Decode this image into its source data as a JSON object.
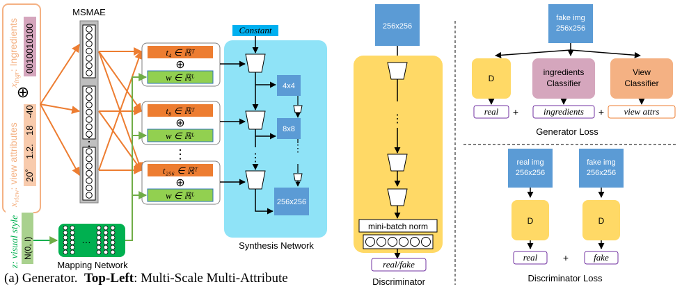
{
  "generator": {
    "msmae_label": "MSMAE",
    "ingredients_label_prefix": "x",
    "ingredients_label_sub": "ingr",
    "ingredients_label_text": ": Ingredients",
    "ingredients_code": "0010010100",
    "oplus": "⊕",
    "view_label_prefix": "x",
    "view_label_sub": "view",
    "view_label_text": ": view attributes",
    "view_values": [
      "20˚",
      "1.2.",
      "18",
      "-40"
    ],
    "style_label": "z: visual style",
    "noise_label": "N(0, I)",
    "mapping_label": "Mapping Network",
    "t_labels": [
      "t₄ ∈ ℝᵀ",
      "t₈ ∈ ℝᵀ",
      "t₂₅₆ ∈ ℝᵀ"
    ],
    "w_label": "w ∈ ℝᴸ",
    "constant_label": "Constant",
    "res_labels": [
      "4x4",
      "8x8",
      "256x256"
    ],
    "synthesis_label": "Synthesis Network",
    "caption_prefix": "(a) Generator.",
    "caption_bold": "Top-Left",
    "caption_rest": ": Multi-Scale Multi-Attribute"
  },
  "discriminator": {
    "input_label": "256x256",
    "minibatch_label": "mini-batch norm",
    "output_label": "real/fake",
    "title": "Discriminator"
  },
  "generator_loss": {
    "fake_img_label": [
      "fake img",
      "256x256"
    ],
    "d_label": "D",
    "ingr_classifier": [
      "ingredients",
      "Classifier"
    ],
    "view_classifier": [
      "View",
      "Classifier"
    ],
    "outputs": [
      "real",
      "ingredients",
      "view attrs"
    ],
    "plus": "+",
    "title": "Generator Loss"
  },
  "discriminator_loss": {
    "real_img_label": [
      "real img",
      "256x256"
    ],
    "fake_img_label": [
      "fake img",
      "256x256"
    ],
    "d_label": "D",
    "outputs": [
      "real",
      "fake"
    ],
    "plus": "+",
    "title": "Discriminator Loss"
  },
  "colors": {
    "orange": "#ED7D31",
    "green": "#70AD47",
    "bright_green": "#00B050",
    "blue": "#5B9BD5",
    "cyan": "#8FE3F7",
    "yellow": "#FFD966",
    "purple": "#D5A6BD",
    "salmon": "#F4B183"
  }
}
